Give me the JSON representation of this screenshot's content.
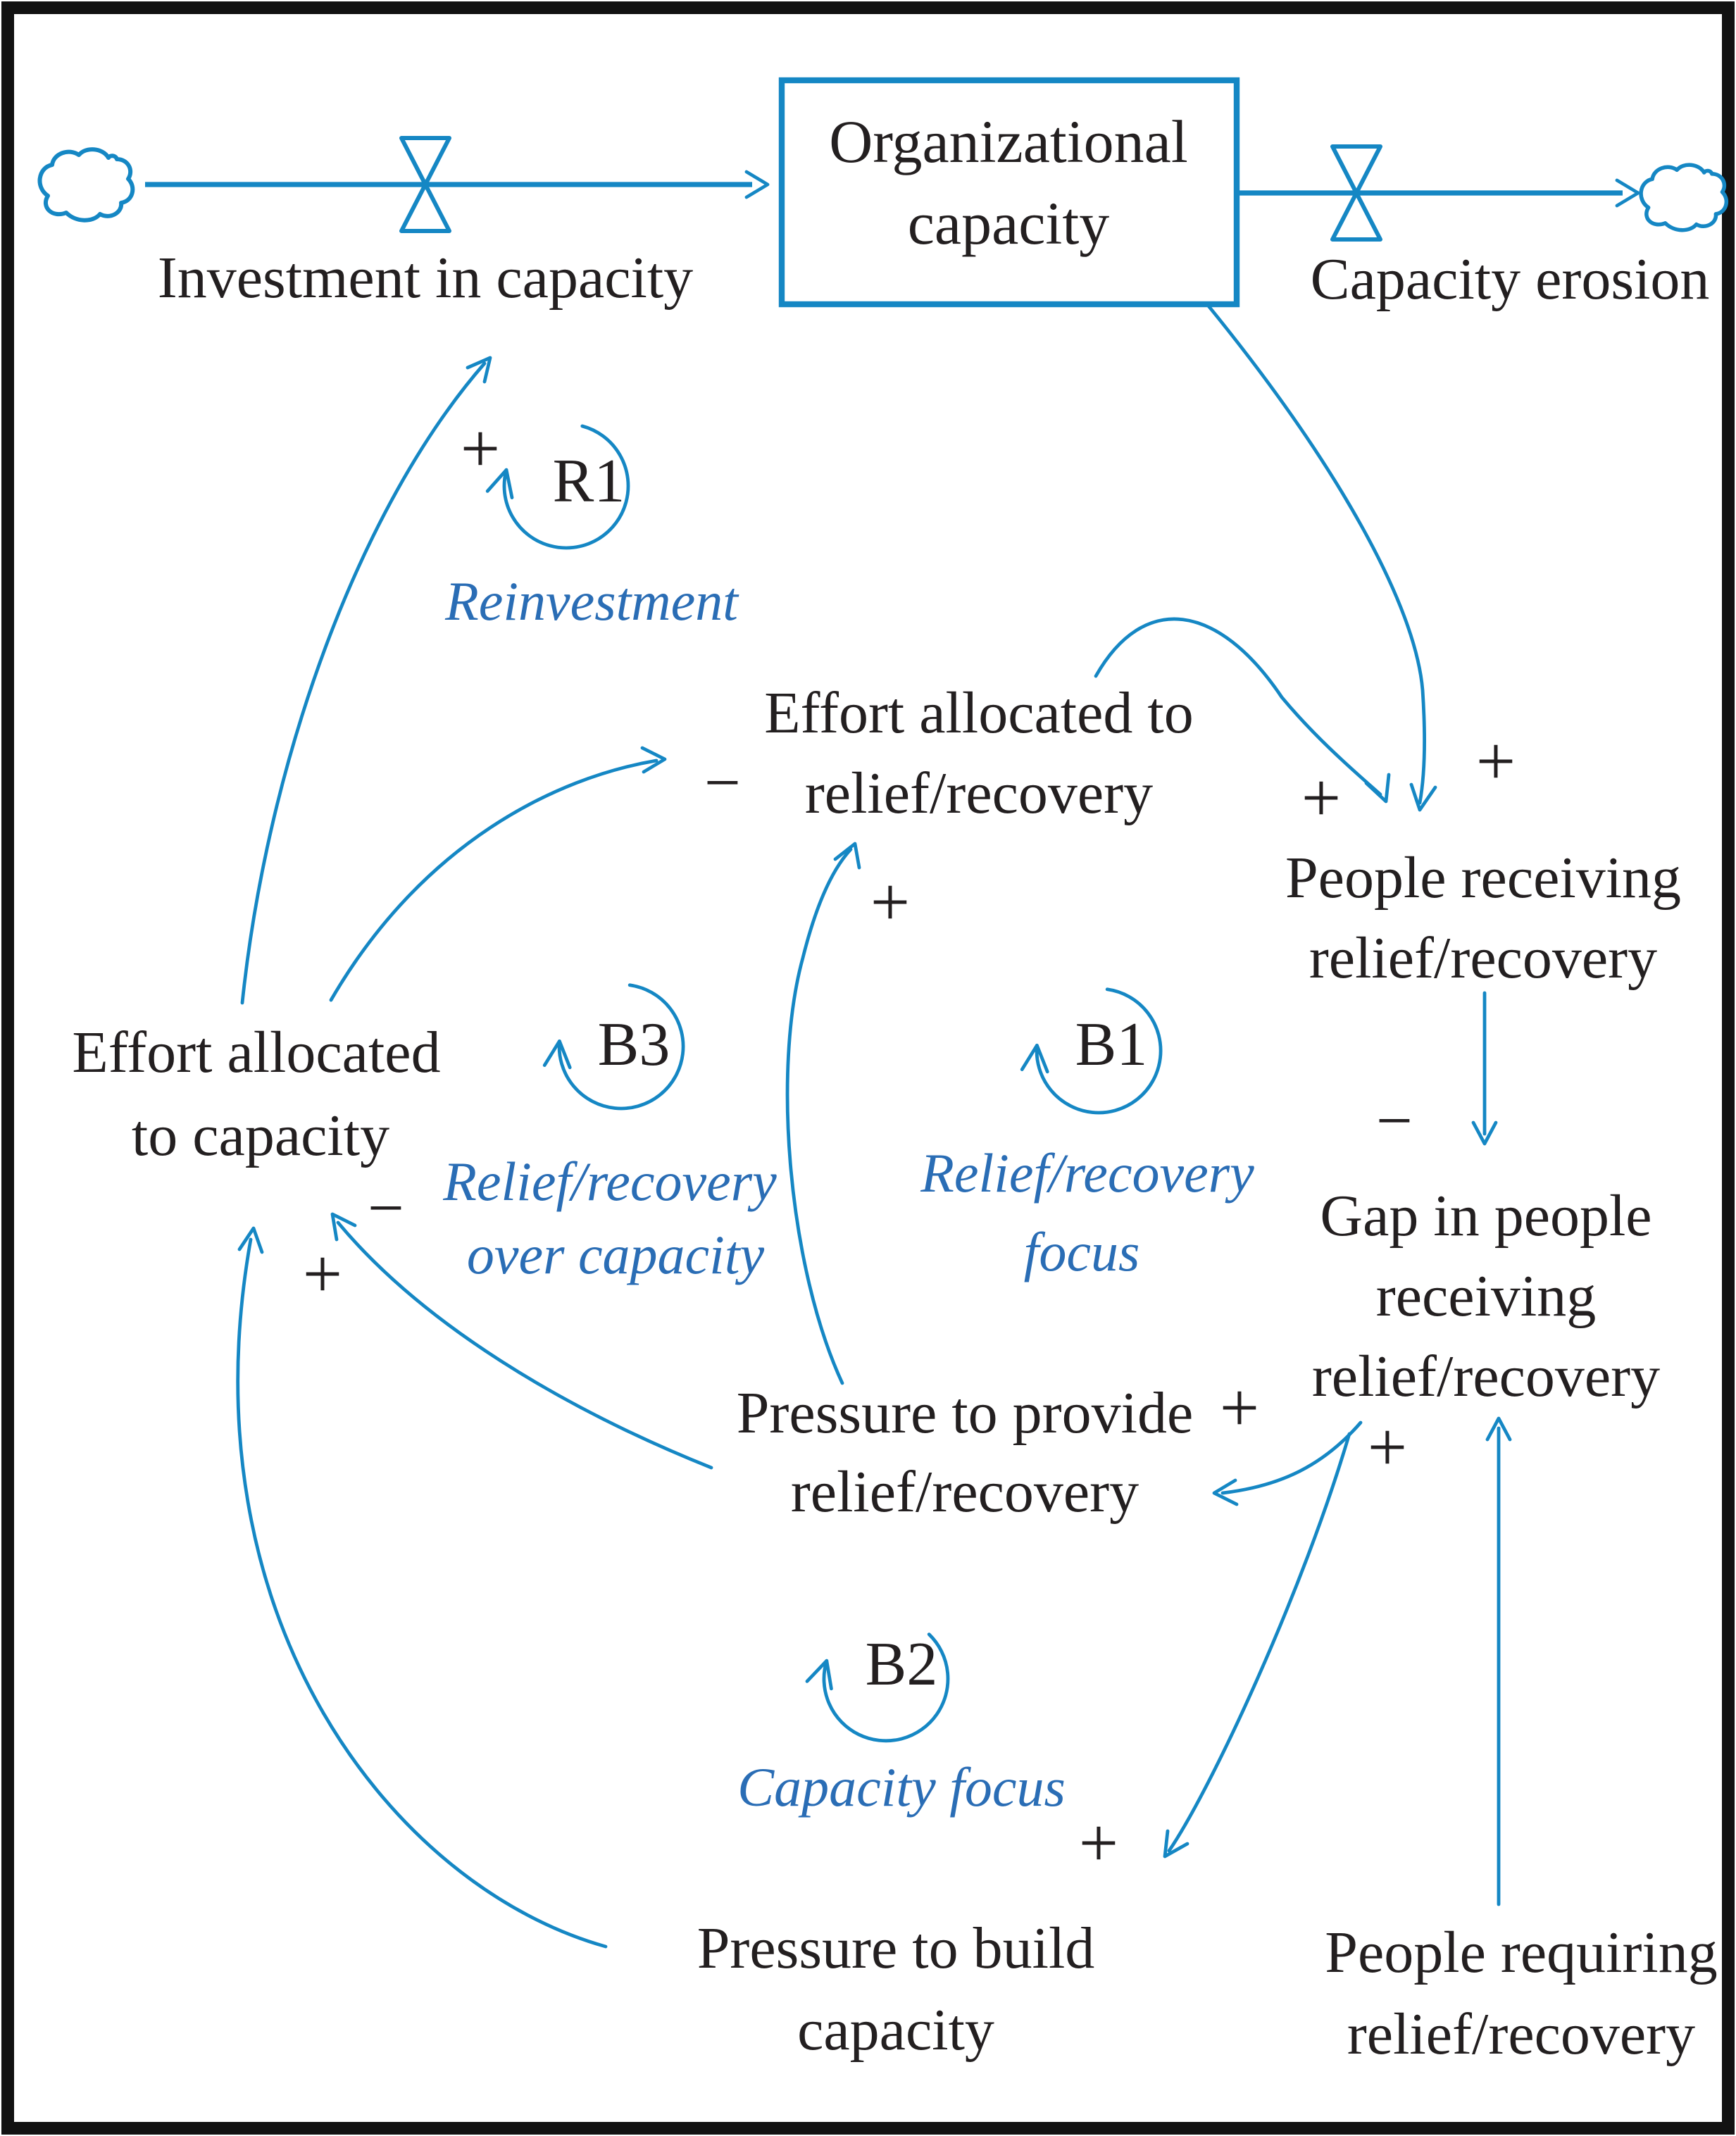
{
  "colors": {
    "line_blue": "#1587c4",
    "label_blue": "#2a6db5",
    "text_black": "#231f20",
    "border_black": "#121212",
    "background": "#ffffff"
  },
  "signs": {
    "plus": "+",
    "minus": "−"
  },
  "stock_flow": {
    "stock": {
      "line1": "Organizational",
      "line2": "capacity"
    },
    "inflow_label": "Investment in capacity",
    "outflow_label": "Capacity erosion"
  },
  "nodes": {
    "effort_relief": {
      "line1": "Effort allocated to",
      "line2": "relief/recovery"
    },
    "people_receiving": {
      "line1": "People receiving",
      "line2": "relief/recovery"
    },
    "gap": {
      "line1": "Gap in people",
      "line2": "receiving",
      "line3": "relief/recovery"
    },
    "effort_capacity": {
      "line1": "Effort allocated",
      "line2": "to capacity"
    },
    "pressure_provide": {
      "line1": "Pressure to provide",
      "line2": "relief/recovery"
    },
    "pressure_build": {
      "line1": "Pressure to build",
      "line2": "capacity"
    },
    "people_requiring": {
      "line1": "People requiring",
      "line2": "relief/recovery"
    }
  },
  "loops": {
    "r1": {
      "id": "R1",
      "name": "Reinvestment"
    },
    "b1": {
      "id": "B1",
      "name_line1": "Relief/recovery",
      "name_line2": "focus"
    },
    "b2": {
      "id": "B2",
      "name": "Capacity focus"
    },
    "b3": {
      "id": "B3",
      "name_line1": "Relief/recovery",
      "name_line2": "over capacity"
    }
  }
}
